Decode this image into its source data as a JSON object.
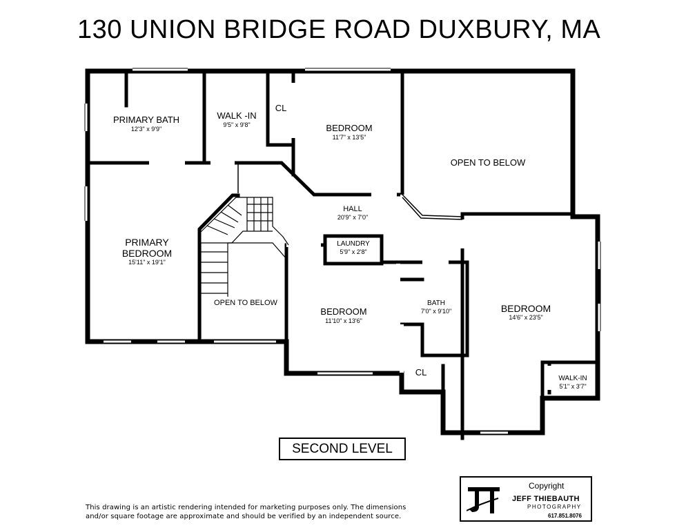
{
  "title": "130 UNION BRIDGE ROAD  DUXBURY, MA",
  "rooms": {
    "primary_bath": {
      "name": "PRIMARY BATH",
      "dims": "12'3\" x 9'9\""
    },
    "walk_in_top": {
      "name": "WALK -IN",
      "dims": "9'5\" x 9'8\""
    },
    "closet_top": {
      "name": "CL"
    },
    "bedroom_top": {
      "name": "BEDROOM",
      "dims": "11'7\" x 13'5\""
    },
    "open_to_below_top": {
      "name": "OPEN TO BELOW"
    },
    "primary_bedroom": {
      "name_line1": "PRIMARY",
      "name_line2": "BEDROOM",
      "dims": "15'11\" x 19'1\""
    },
    "hall": {
      "name": "HALL",
      "dims": "20'9\" x 7'0\""
    },
    "laundry": {
      "name": "LAUNDRY",
      "dims": "5'9\" x 2'8\""
    },
    "open_to_below_stair": {
      "name": "OPEN TO BELOW"
    },
    "bedroom_middle": {
      "name": "BEDROOM",
      "dims": "11'10\" x 13'6\""
    },
    "bath": {
      "name": "BATH",
      "dims": "7'0\" x 9'10\""
    },
    "closet_bottom": {
      "name": "CL"
    },
    "bedroom_right": {
      "name": "BEDROOM",
      "dims": "14'6\" x 23'5\""
    },
    "walk_in_bottom": {
      "name": "WALK-IN",
      "dims": "5'1\" x 3'7\""
    }
  },
  "level_label": "SECOND LEVEL",
  "disclaimer": {
    "line1": "This drawing is an artistic rendering intended for marketing purposes only.  The dimensions",
    "line2": "and/or square footage are approximate and should be verified by an independent source."
  },
  "logo": {
    "copyright": "Copyright",
    "name": "JEFF THIEBAUTH",
    "sub": "PHOTOGRAPHY",
    "phone": "617.851.8076"
  }
}
